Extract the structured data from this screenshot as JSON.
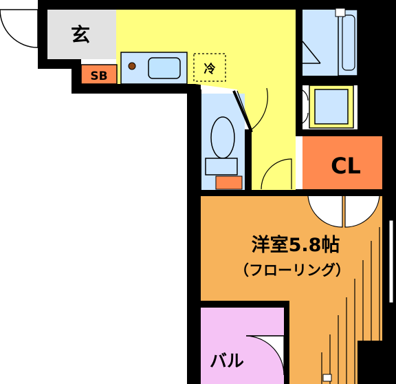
{
  "rooms": {
    "entrance": "玄",
    "shoe_box": "SB",
    "fridge": "冷",
    "closet": "CL",
    "western_room": "洋室5.8帖",
    "flooring": "（フローリング）",
    "balcony": "バル"
  },
  "colors": {
    "wall": "#000000",
    "entrance_floor": "#e2e2e2",
    "kitchen_floor": "#ffff80",
    "shoe_box": "#ff8a50",
    "fixture_blue": "#cce6ff",
    "bathroom": "#cce6ff",
    "closet": "#ff8a50",
    "western_room": "#f7b35b",
    "balcony": "#f5c3f5"
  }
}
